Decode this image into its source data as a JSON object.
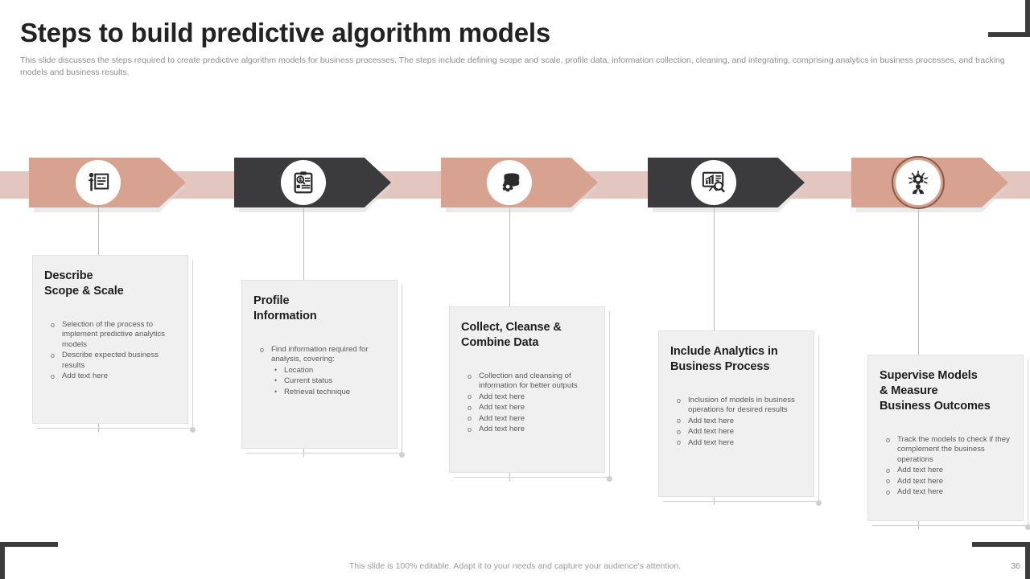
{
  "slide": {
    "title": "Steps to build predictive algorithm models",
    "subtitle": "This slide discusses the steps required to create predictive algorithm models for business processes. The steps include defining scope and scale, profile data, information collection, cleaning, and integrating, comprising analytics in business processes, and tracking models and business results.",
    "footer_note": "This slide is 100% editable. Adapt it to your needs and capture your audience's attention.",
    "page_number": "36"
  },
  "colors": {
    "rose": "#d7a390",
    "band": "#e3c6bf",
    "dark": "#3b3b3d",
    "card_bg": "#f0f0f0",
    "title": "#222222",
    "body_text": "#595959",
    "muted": "#8d8d8d"
  },
  "steps": [
    {
      "index": 1,
      "icon": "presenter-board-icon",
      "chevron_color": "rose",
      "ringed": false,
      "title": "Describe\nScope & Scale",
      "title_lines": [
        "Describe",
        "Scope & Scale"
      ],
      "bullets": [
        {
          "text": "Selection of the process to implement predictive analytics models",
          "level": 1
        },
        {
          "text": "Describe expected business results",
          "level": 1
        },
        {
          "text": "Add text here",
          "level": 1
        }
      ]
    },
    {
      "index": 2,
      "icon": "clipboard-profile-search-icon",
      "chevron_color": "dark",
      "ringed": false,
      "title": "Profile\nInformation",
      "title_lines": [
        "Profile",
        "Information"
      ],
      "bullets": [
        {
          "text": "Find information required for analysis, covering:",
          "level": 1
        },
        {
          "text": "Location",
          "level": 2
        },
        {
          "text": "Current status",
          "level": 2
        },
        {
          "text": "Retrieval technique",
          "level": 2
        }
      ]
    },
    {
      "index": 3,
      "icon": "database-gear-icon",
      "chevron_color": "rose",
      "ringed": false,
      "title": "Collect, Cleanse & Combine Data",
      "title_lines": [
        "Collect, Cleanse &",
        "Combine Data"
      ],
      "bullets": [
        {
          "text": "Collection and cleansing of information for better outputs",
          "level": 1
        },
        {
          "text": "Add text here",
          "level": 1
        },
        {
          "text": "Add text here",
          "level": 1
        },
        {
          "text": "Add text here",
          "level": 1
        },
        {
          "text": "Add text here",
          "level": 1
        }
      ]
    },
    {
      "index": 4,
      "icon": "chart-board-magnifier-icon",
      "chevron_color": "dark",
      "ringed": false,
      "title": "Include Analytics in Business Process",
      "title_lines": [
        "Include Analytics in",
        "Business Process"
      ],
      "bullets": [
        {
          "text": "Inclusion of models in business operations for desired results",
          "level": 1
        },
        {
          "text": "Add text here",
          "level": 1
        },
        {
          "text": "Add text here",
          "level": 1
        },
        {
          "text": "Add text here",
          "level": 1
        }
      ]
    },
    {
      "index": 5,
      "icon": "person-gear-idea-icon",
      "chevron_color": "rose",
      "ringed": true,
      "title": "Supervise Models & Measure Business Outcomes",
      "title_lines": [
        "Supervise Models",
        "& Measure",
        "Business Outcomes"
      ],
      "bullets": [
        {
          "text": "Track the models to check if they complement the business operations",
          "level": 1
        },
        {
          "text": "Add text here",
          "level": 1
        },
        {
          "text": "Add text here",
          "level": 1
        },
        {
          "text": "Add text here",
          "level": 1
        }
      ]
    }
  ]
}
